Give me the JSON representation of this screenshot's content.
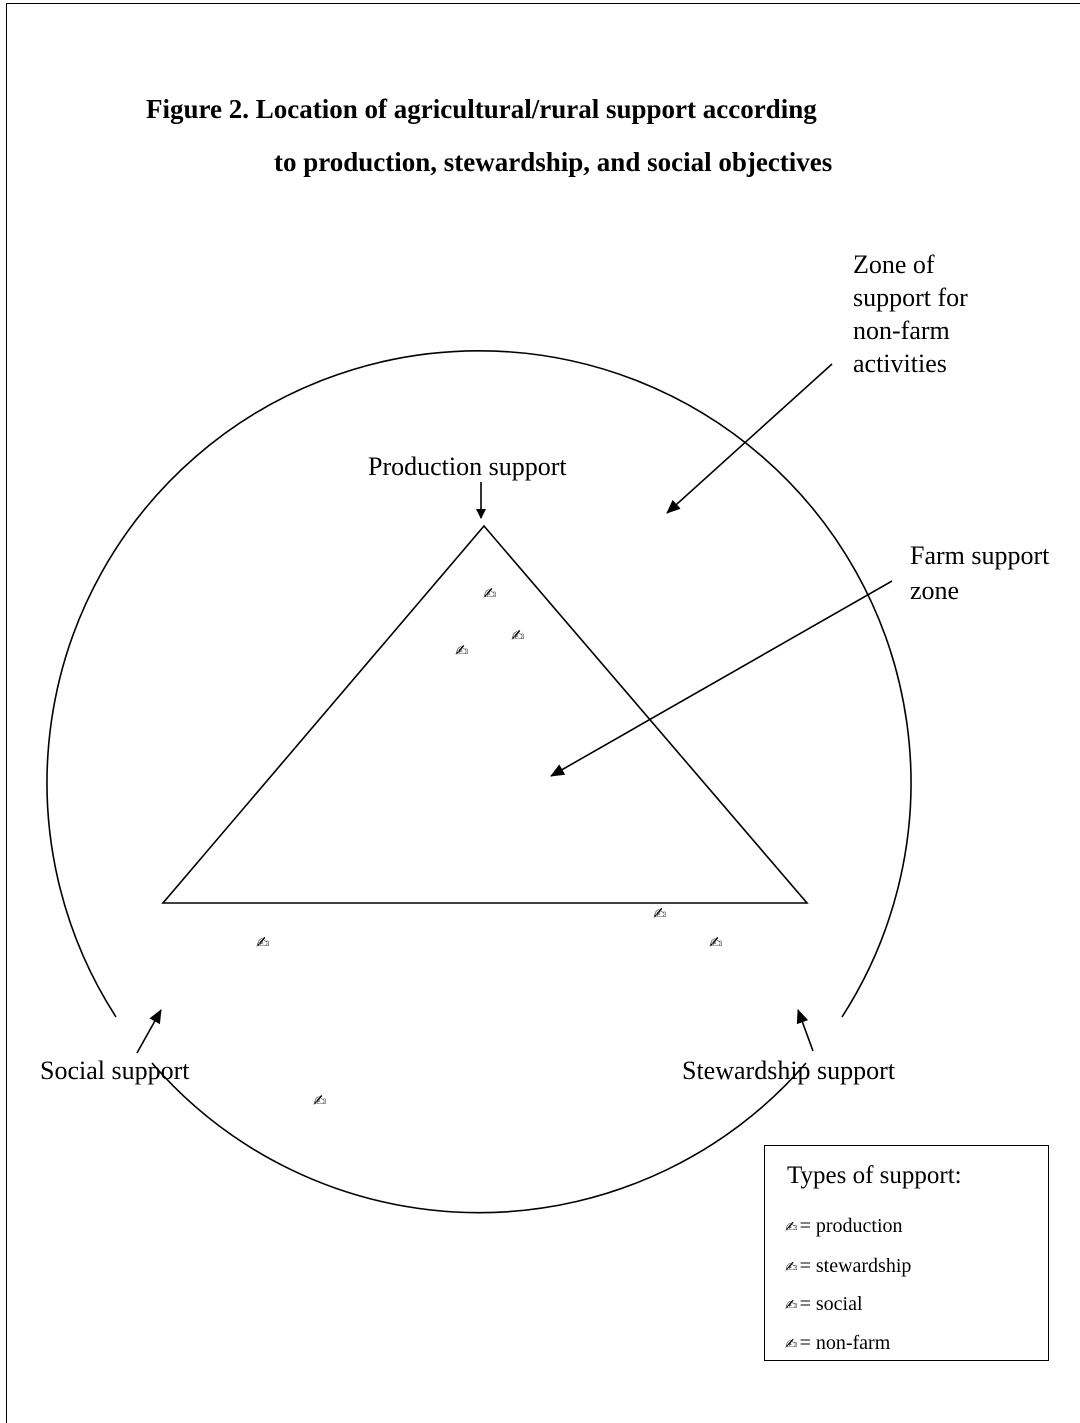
{
  "title": {
    "line1": "Figure 2. Location of agricultural/rural support according",
    "line2": "to production, stewardship, and social objectives"
  },
  "labels": {
    "zone_nonfarm": [
      "Zone of",
      "support for",
      "non-farm",
      "activities"
    ],
    "farm_zone": [
      "Farm support",
      "zone"
    ],
    "production": "Production support",
    "social": "Social support",
    "stewardship": "Stewardship support"
  },
  "legend": {
    "title": "Types of support:",
    "items": [
      "= production",
      "=  stewardship",
      "= social",
      "= non-farm"
    ]
  },
  "marker_icon": "pen-writing-icon",
  "marker_glyph": "✍"
}
